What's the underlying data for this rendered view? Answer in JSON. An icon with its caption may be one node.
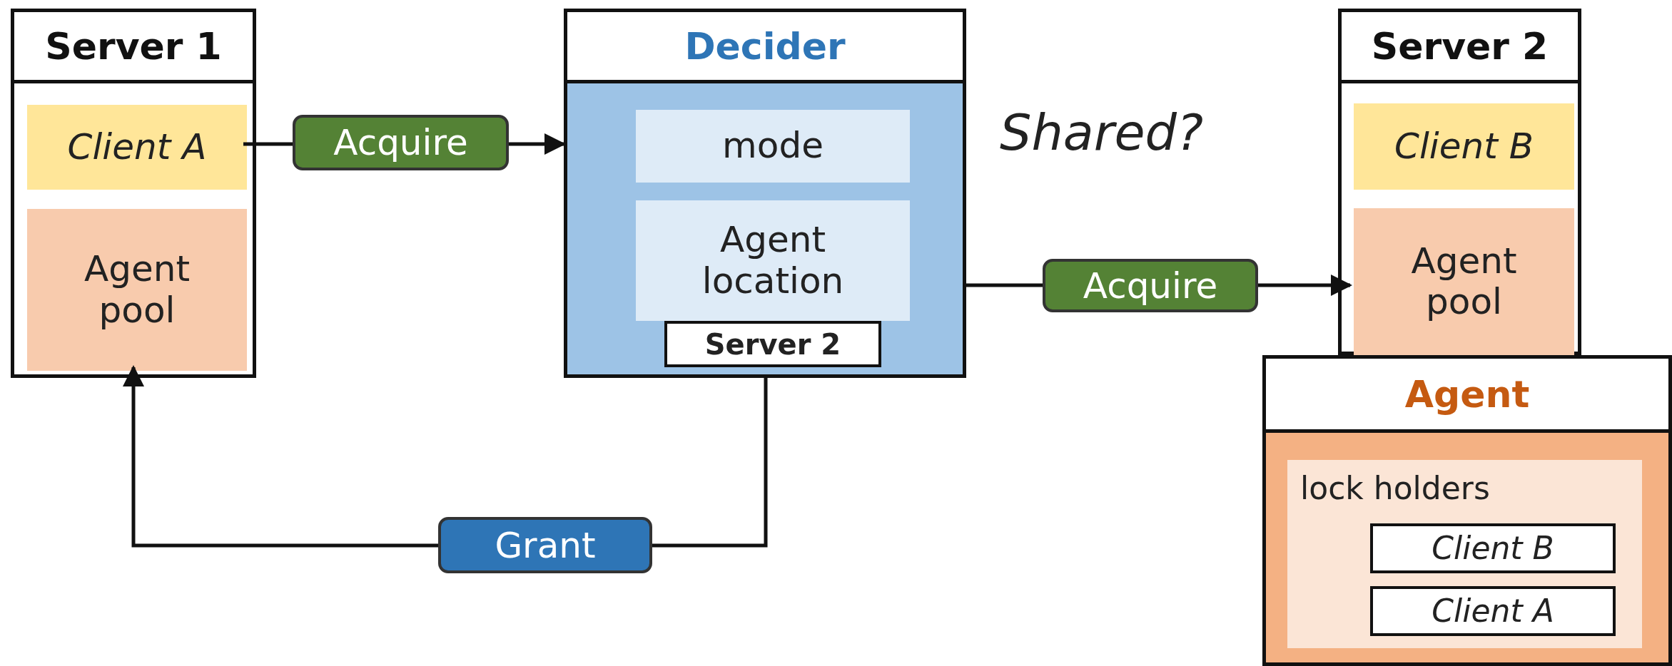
{
  "diagram": {
    "nodes": [
      {
        "text": [
          "Server 1"
        ]
      },
      {
        "text": [
          "Client A"
        ],
        "in": 0
      },
      {
        "text": [
          "Agent pool"
        ],
        "in": 0
      },
      {
        "text": [
          "Decider"
        ]
      },
      {
        "text": [
          "mode"
        ],
        "in": 3
      },
      {
        "text": [
          "Agent location"
        ],
        "in": 3
      },
      {
        "text": [
          "Server 2"
        ],
        "in": 3
      },
      {
        "text": [
          "Server 2"
        ]
      },
      {
        "text": [
          "Client B"
        ],
        "in": 7
      },
      {
        "text": [
          "Agent pool"
        ],
        "in": 7
      },
      {
        "text": [
          "Agent"
        ]
      },
      {
        "text": [
          "lock holders"
        ],
        "in": 10
      },
      {
        "text": [
          "Client B"
        ],
        "in": 11
      },
      {
        "text": [
          "Client A"
        ],
        "in": 11
      }
    ],
    "edges": [
      {
        "from": 1,
        "to": 3,
        "arrow": "to",
        "label": "Acquire"
      },
      {
        "from": 3,
        "to": 9,
        "arrow": "to",
        "label": "Acquire"
      },
      {
        "from": 3,
        "to": 2,
        "arrow": "to",
        "label": "Grant"
      }
    ],
    "labels": [
      "Shared?"
    ]
  }
}
